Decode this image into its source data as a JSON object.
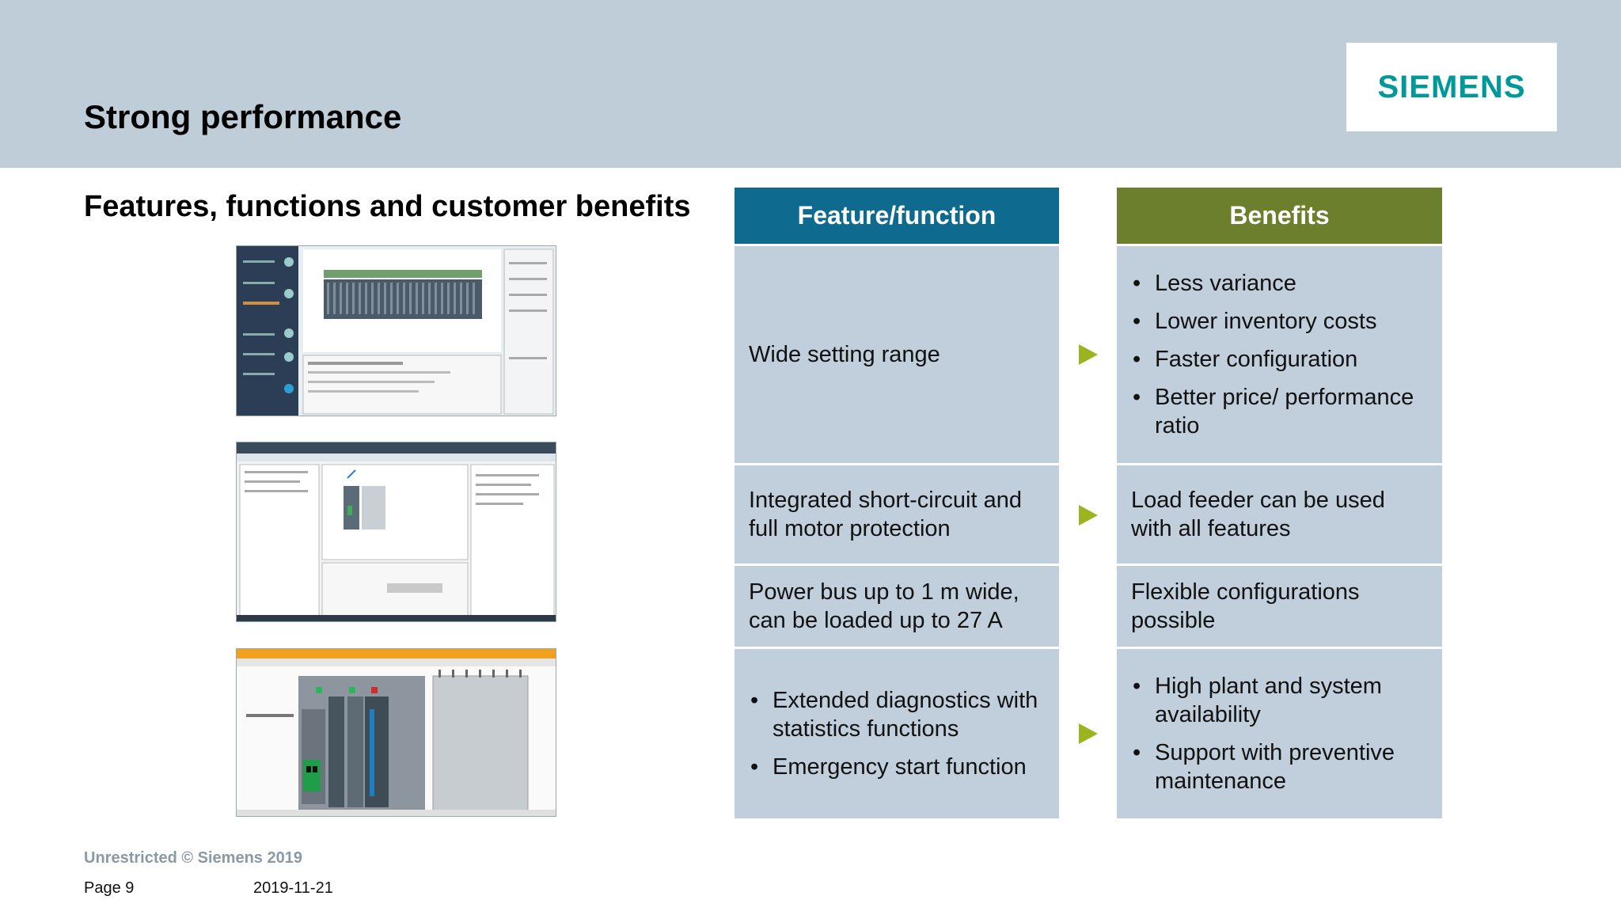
{
  "header": {
    "title": "Strong performance",
    "logo_text": "SIEMENS",
    "logo_color": "#009999"
  },
  "subtitle": "Features, functions and customer benefits",
  "table": {
    "feature_header": "Feature/function",
    "benefit_header": "Benefits",
    "feature_header_color": "#0f6a8f",
    "benefit_header_color": "#6b7f2c",
    "rows": [
      {
        "feature": "Wide setting range",
        "benefits": [
          "Less variance",
          "Lower inventory costs",
          "Faster configuration",
          "Better price/ performance ratio"
        ]
      },
      {
        "feature": "Integrated short-circuit and full motor protection",
        "benefit": "Load feeder can be used with all features"
      },
      {
        "feature": "Power bus up to 1 m wide, can be loaded up to 27 A",
        "benefit": "Flexible configurations possible"
      },
      {
        "features": [
          "Extended diagnostics with statistics functions",
          "Emergency start function"
        ],
        "benefits": [
          "High plant and system availability",
          "Support with preventive maintenance"
        ]
      }
    ]
  },
  "footer": {
    "classification": "Unrestricted © Siemens 2019",
    "page": "Page 9",
    "date": "2019-11-21"
  }
}
